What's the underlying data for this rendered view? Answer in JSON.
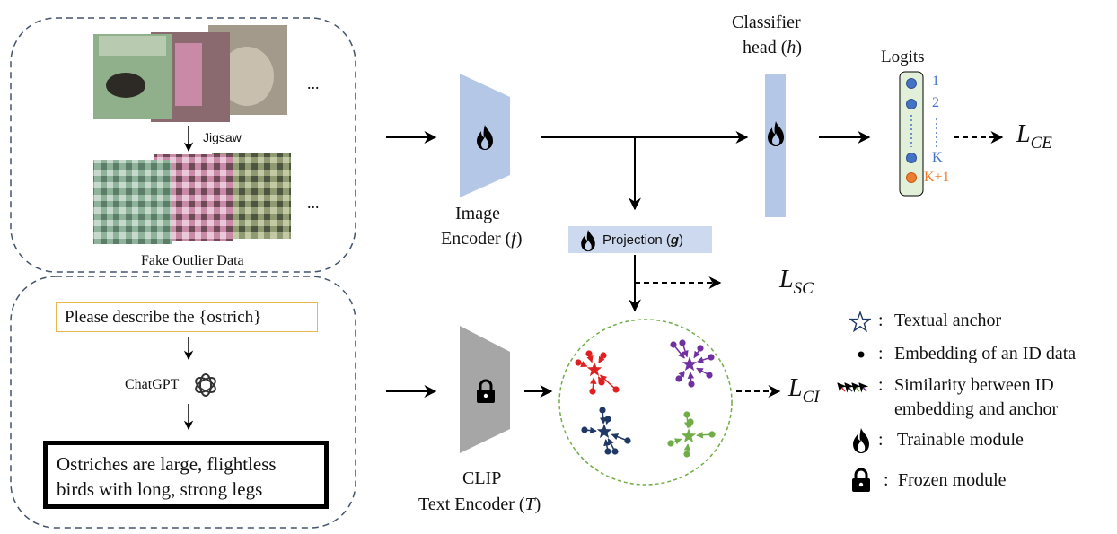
{
  "outlier_panel": {
    "jigsaw_label": "Jigsaw",
    "ellipsis_top": "...",
    "ellipsis_bottom": "...",
    "caption": "Fake Outlier Data"
  },
  "text_panel": {
    "prompt": "Please describe the {ostrich}",
    "chatgpt_label": "ChatGPT",
    "description_line1": "Ostriches are large, flightless",
    "description_line2": "birds with long, strong legs"
  },
  "image_encoder": {
    "line1": "Image",
    "line2": "Encoder (",
    "symbol": "f",
    "close": ")"
  },
  "text_encoder": {
    "line1": "CLIP",
    "line2": "Text Encoder (",
    "symbol": "T",
    "close": ")"
  },
  "classifier": {
    "line1": "Classifier",
    "line2": "head (",
    "symbol": "h",
    "close": ")"
  },
  "projection": {
    "label": "Projection (",
    "symbol": "g",
    "close": ")"
  },
  "logits": {
    "title": "Logits",
    "labels": [
      "1",
      "2",
      "K",
      "K+1"
    ],
    "label_colors": [
      "#4472c4",
      "#4472c4",
      "#4472c4",
      "#ed7d31"
    ]
  },
  "losses": {
    "ce": {
      "main": "L",
      "sub": "CE"
    },
    "sc": {
      "main": "L",
      "sub": "SC"
    },
    "ci": {
      "main": "L",
      "sub": "CI"
    }
  },
  "legend": {
    "textual_anchor": "Textual anchor",
    "embedding": "Embedding of an ID data",
    "similarity_line1": "Similarity between ID",
    "similarity_line2": "embedding and anchor",
    "trainable": "Trainable module",
    "frozen": "Frozen module",
    "colon": ":"
  },
  "colors": {
    "encoder_blue": "#b4c7e7",
    "frozen_gray": "#a6a6a6",
    "logit_node_blue": "#4472c4",
    "logit_node_orange": "#ed7d31",
    "logits_panel_fill": "#e2efd9",
    "cluster_red": "#e02020",
    "cluster_purple": "#7030a0",
    "cluster_navy": "#203864",
    "cluster_green": "#70ad47",
    "prompt_border": "#e8b84a"
  },
  "icons": [
    "flame-icon",
    "lock-icon",
    "star-icon",
    "chatgpt-logo-icon"
  ]
}
